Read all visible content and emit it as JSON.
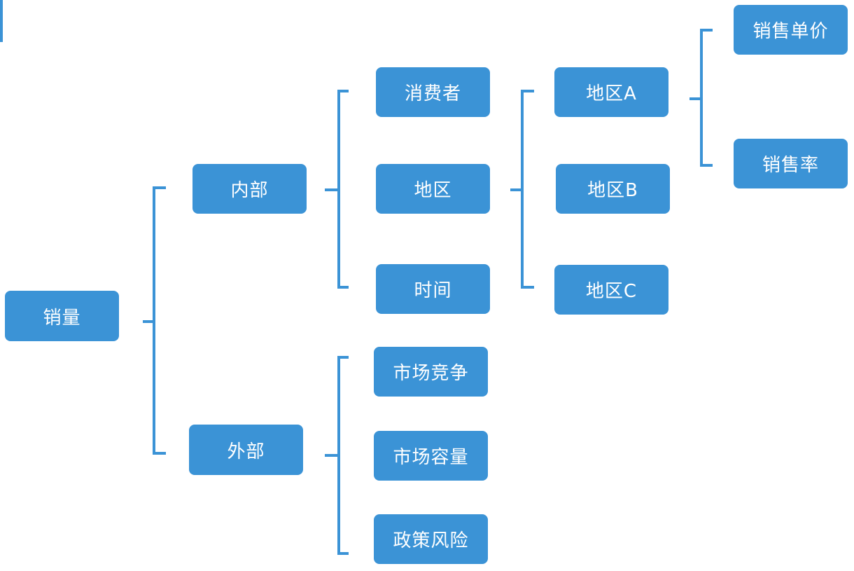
{
  "colors": {
    "node_fill": "#3b93d6",
    "connector": "#3b93d6",
    "text": "#ffffff",
    "background": "#ffffff"
  },
  "header": {
    "title_fragment": ""
  },
  "nodes": {
    "root": "销量",
    "internal": "内部",
    "external": "外部",
    "consumer": "消费者",
    "region": "地区",
    "time": "时间",
    "market_competition": "市场竞争",
    "market_capacity": "市场容量",
    "policy_risk": "政策风险",
    "region_a": "地区A",
    "region_b": "地区B",
    "region_c": "地区C",
    "unit_price": "销售单价",
    "sales_rate": "销售率"
  }
}
